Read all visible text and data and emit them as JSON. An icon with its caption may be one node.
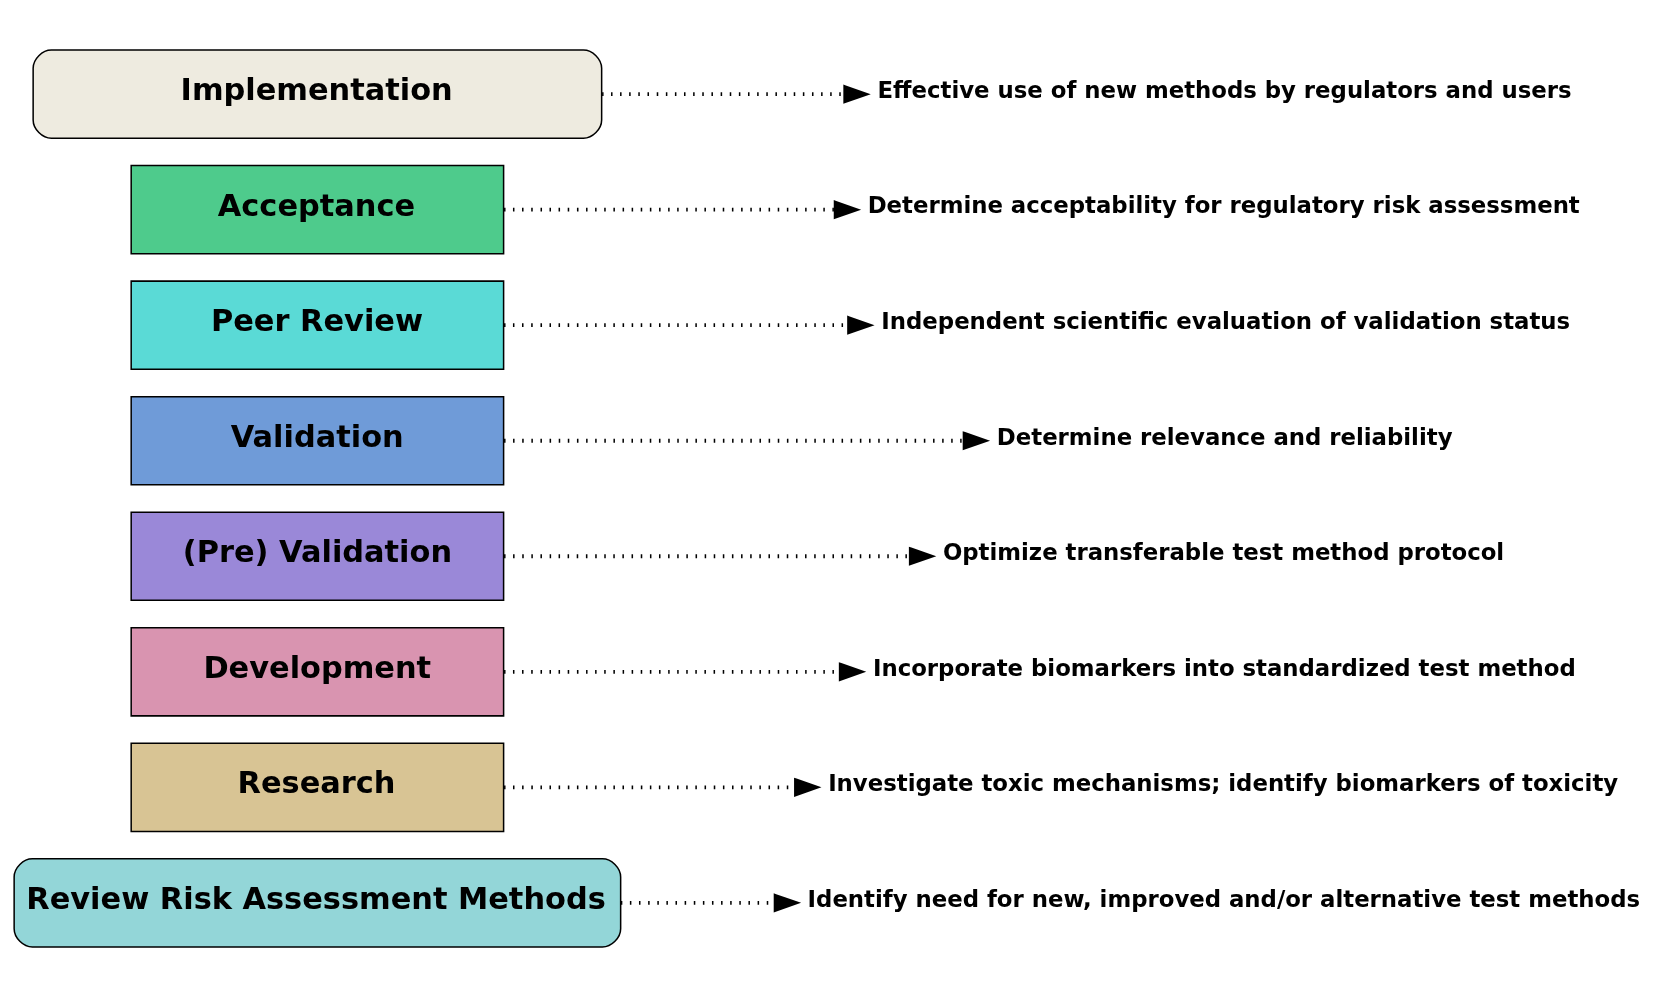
{
  "diagram": {
    "nodes": [
      {
        "text": [
          "Review Risk Assessment Methods"
        ]
      },
      {
        "text": [
          "Research"
        ]
      },
      {
        "text": [
          "Development"
        ]
      },
      {
        "text": [
          "(Pre) Validation"
        ]
      },
      {
        "text": [
          "Validation"
        ]
      },
      {
        "text": [
          "Peer Review"
        ]
      },
      {
        "text": [
          "Acceptance"
        ]
      },
      {
        "text": [
          "Implementation"
        ]
      },
      {
        "text": [
          "Identify need for new, improved and/or alternative test methods"
        ]
      },
      {
        "text": [
          "Investigate toxic mechanisms; identify biomarkers of toxicity"
        ]
      },
      {
        "text": [
          "Incorporate biomarkers into standardized test method"
        ]
      },
      {
        "text": [
          "Optimize transferable test method protocol"
        ]
      },
      {
        "text": [
          "Determine relevance and reliability"
        ]
      },
      {
        "text": [
          "Independent scientific evaluation of validation status"
        ]
      },
      {
        "text": [
          "Determine acceptability for regulatory risk assessment"
        ]
      },
      {
        "text": [
          "Effective use of new methods by regulators and users"
        ]
      }
    ],
    "edges": [
      {
        "from": 0,
        "to": 8,
        "arrow": "to",
        "style": "dashed"
      },
      {
        "from": 1,
        "to": 9,
        "arrow": "to",
        "style": "dashed"
      },
      {
        "from": 2,
        "to": 10,
        "arrow": "to",
        "style": "dashed"
      },
      {
        "from": 3,
        "to": 11,
        "arrow": "to",
        "style": "dashed"
      },
      {
        "from": 4,
        "to": 12,
        "arrow": "to",
        "style": "dashed"
      },
      {
        "from": 5,
        "to": 13,
        "arrow": "to",
        "style": "dashed"
      },
      {
        "from": 6,
        "to": 14,
        "arrow": "to",
        "style": "dashed"
      },
      {
        "from": 7,
        "to": 15,
        "arrow": "to",
        "style": "dashed"
      }
    ]
  }
}
